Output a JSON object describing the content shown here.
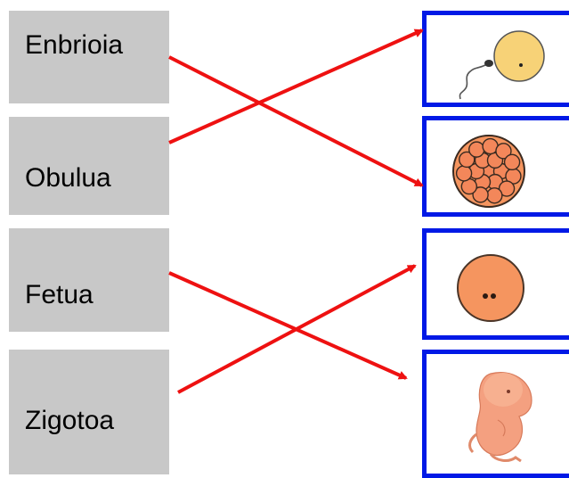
{
  "labels": [
    "Enbrioia",
    "Obulua",
    "Fetua",
    "Zigotoa"
  ],
  "pictures": [
    "sperm-and-ovum",
    "morula",
    "zygote-cell",
    "fetus"
  ],
  "matches": [
    {
      "from": "Enbrioia",
      "to": "morula"
    },
    {
      "from": "Obulua",
      "to": "sperm-and-ovum"
    },
    {
      "from": "Fetua",
      "to": "fetus"
    },
    {
      "from": "Zigotoa",
      "to": "zygote-cell"
    }
  ],
  "colors": {
    "label_bg": "#c8c8c8",
    "frame": "#0019e6",
    "arrow": "#ee1111",
    "cell_fill": "#f5955f",
    "ovum_fill": "#f7d277"
  }
}
